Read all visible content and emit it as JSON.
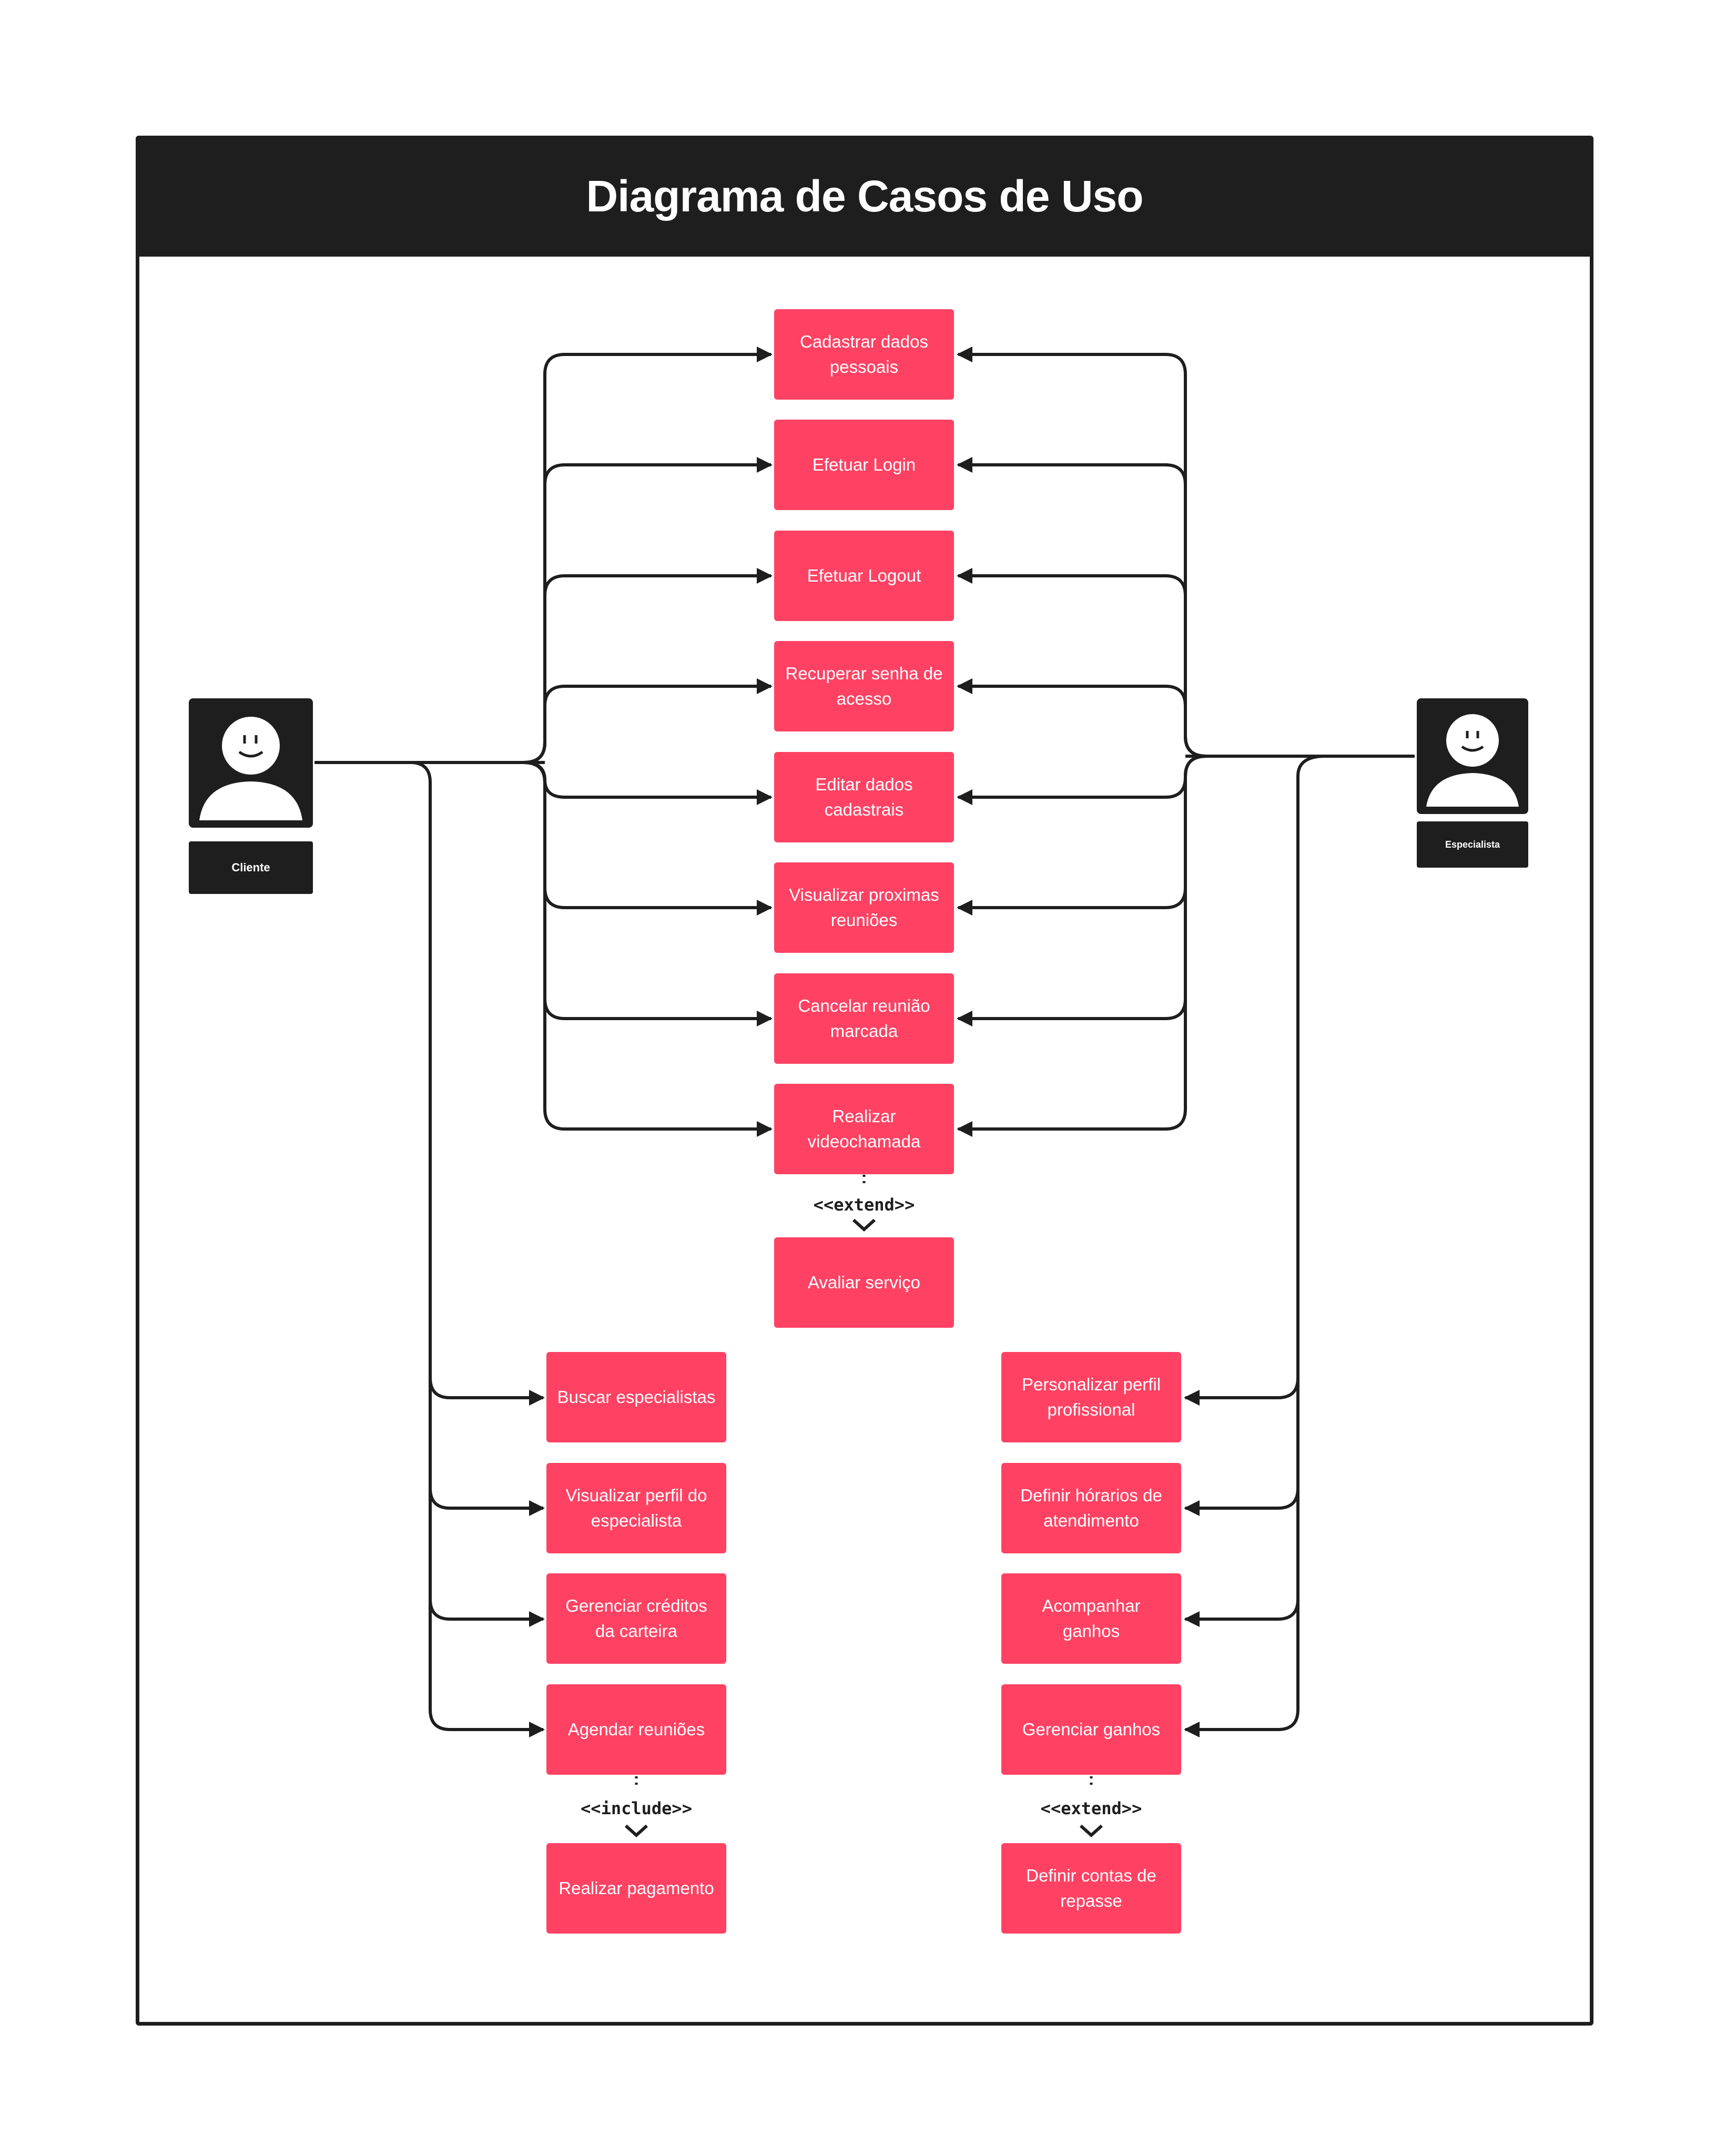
{
  "title": "Diagrama de Casos de Uso",
  "actors": {
    "cliente": "Cliente",
    "especialista": "Especialista"
  },
  "shared_use_cases": [
    "Cadastrar dados pessoais",
    "Efetuar Login",
    "Efetuar Logout",
    "Recuperar senha de acesso",
    "Editar dados cadastrais",
    "Visualizar proximas reuniões",
    "Cancelar reunião marcada",
    "Realizar videochamada"
  ],
  "shared_extension": {
    "stereotype": "<<extend>>",
    "use_case": "Avaliar serviço"
  },
  "cliente_use_cases": [
    "Buscar especialistas",
    "Visualizar perfil do especialista",
    "Gerenciar créditos da carteira",
    "Agendar reuniões"
  ],
  "cliente_extension": {
    "stereotype": "<<include>>",
    "use_case": "Realizar pagamento"
  },
  "especialista_use_cases": [
    "Personalizar perfil profissional",
    "Definir hórarios de atendimento",
    "Acompanhar ganhos",
    "Gerenciar ganhos"
  ],
  "especialista_extension": {
    "stereotype": "<<extend>>",
    "use_case": "Definir contas de repasse"
  },
  "colors": {
    "use_case": "#ff4263",
    "ink": "#1e1e1e",
    "background": "#ffffff"
  }
}
